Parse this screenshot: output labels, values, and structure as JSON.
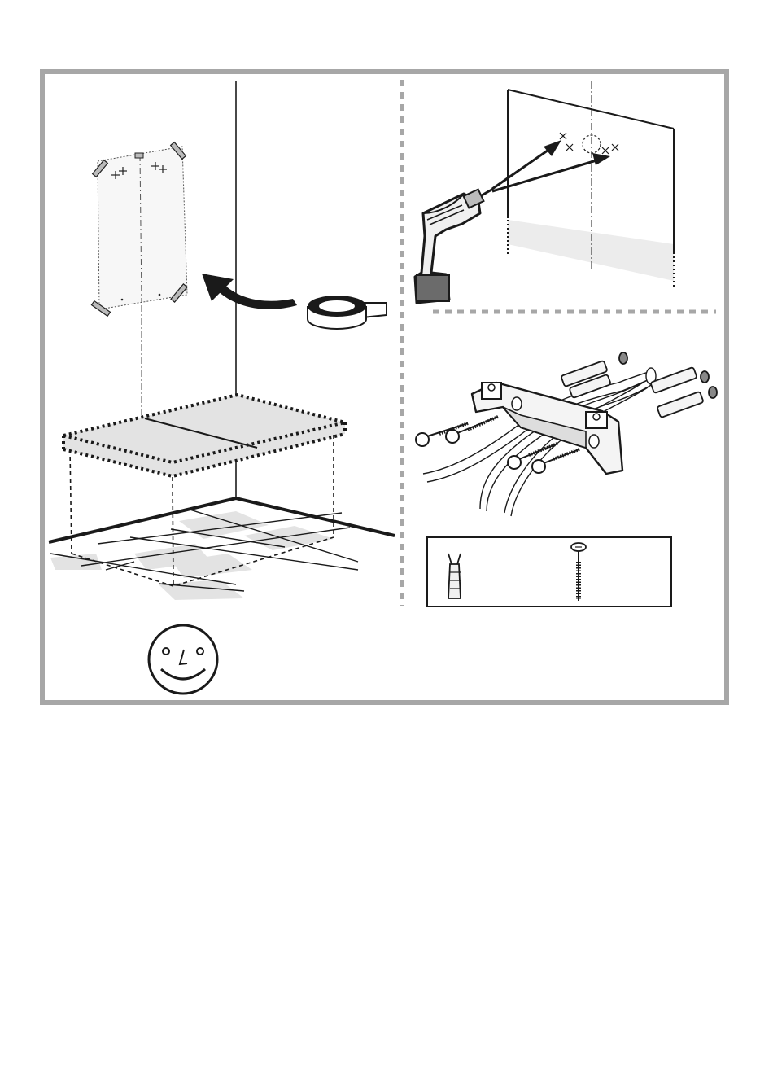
{
  "figure": {
    "background": "#ffffff",
    "frame_color": "#a7a7a7",
    "ink_color": "#1a1a1a",
    "panel_fill": "#e3e3e3",
    "panels": [
      {
        "name": "template-placement",
        "icons": [
          "wall-template-icon",
          "adhesive-tape-roll-icon",
          "curved-arrow-icon",
          "bathtub-outline-icon",
          "floor-tiles-icon"
        ]
      },
      {
        "name": "drilling",
        "icons": [
          "drill-icon",
          "wall-panel-icon",
          "drill-marks-icon"
        ]
      },
      {
        "name": "bracket-mounting",
        "icons": [
          "mixer-bracket-icon",
          "screw-icon",
          "wall-plug-icon",
          "water-hose-icon"
        ]
      },
      {
        "name": "parts-legend",
        "icons": [
          "wall-plug-icon",
          "screw-icon"
        ]
      }
    ],
    "badge": {
      "icon": "smiley-face-icon"
    }
  }
}
